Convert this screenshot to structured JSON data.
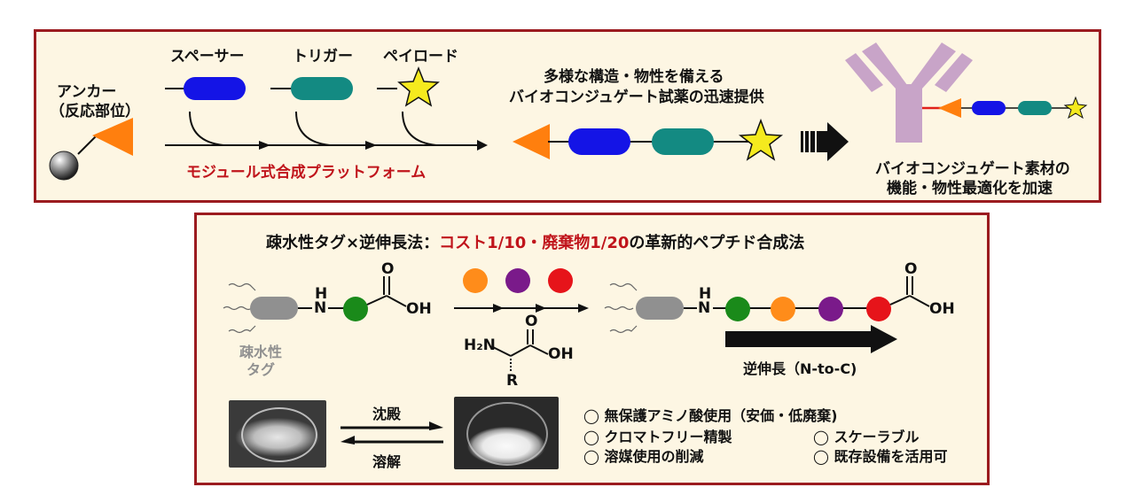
{
  "top_panel": {
    "anchor_label": "アンカー",
    "anchor_sub": "（反応部位）",
    "spacer": "スペーサー",
    "trigger": "トリガー",
    "payload": "ペイロード",
    "platform": "モジュール式合成プラットフォーム",
    "supply_line1": "多様な構造・物性を備える",
    "supply_line2": "バイオコンジュゲート試薬の迅速提供",
    "result_line1": "バイオコンジュゲート素材の",
    "result_line2": "機能・物性最適化を加速"
  },
  "bottom_panel": {
    "title_prefix": "疎水性タグ×逆伸長法：",
    "title_highlight": "コスト1/10・廃棄物1/20",
    "title_suffix": "の革新的ペプチド合成法",
    "tag_label_1": "疎水性",
    "tag_label_2": "タグ",
    "nh_h": "H",
    "nh_n": "N",
    "oxygen": "O",
    "oh": "OH",
    "h2n": "H₂N",
    "r_group": "R",
    "direction": "逆伸長（N-to-C)",
    "precipitate": "沈殿",
    "dissolve": "溶解",
    "features": [
      "◯ 無保護アミノ酸使用（安価・低廃棄)",
      "◯ クロマトフリー精製",
      "◯ スケーラブル",
      "◯ 溶媒使用の削減",
      "◯ 既存設備を活用可"
    ]
  },
  "colors": {
    "frame": "#9b1b1f",
    "panel_bg": "#fdf6e3",
    "highlight_text": "#c0141b",
    "spacer_blue": "#1414e6",
    "trigger_teal": "#138a82",
    "payload_star": "#f5ea1e",
    "anchor_orange": "#ff7f0e",
    "antibody": "#c8a4c8",
    "linker_red": "#e0201a",
    "aa_green": "#1a8a1a",
    "aa_orange": "#ff8c1a",
    "aa_purple": "#7a1a8a",
    "aa_red": "#e6141a",
    "tag_gray": "#909090"
  }
}
